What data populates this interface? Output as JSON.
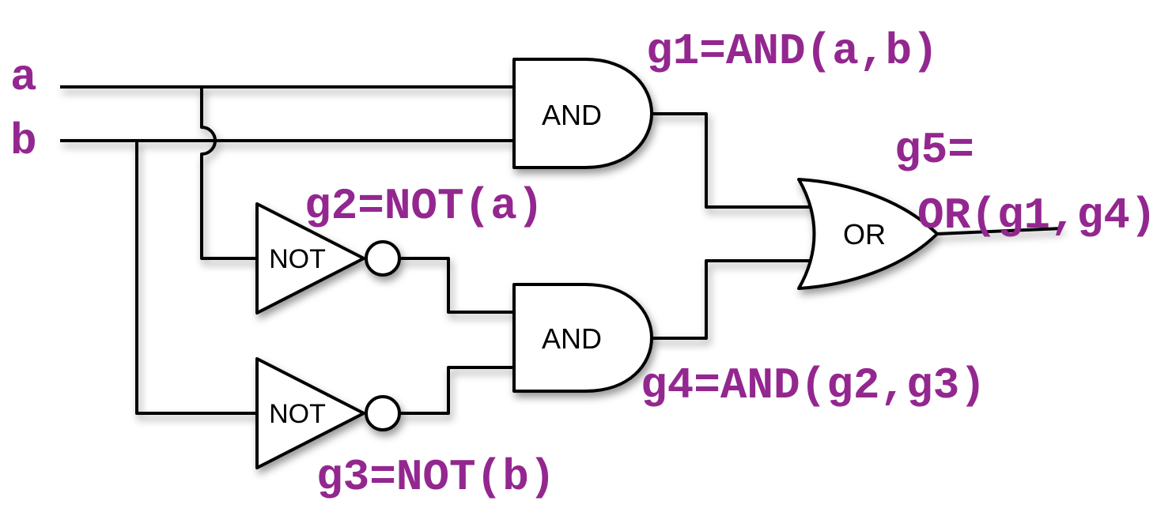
{
  "diagram": {
    "type": "logic-circuit",
    "inputs": [
      {
        "id": "a",
        "label": "a"
      },
      {
        "id": "b",
        "label": "b"
      }
    ],
    "gates": [
      {
        "id": "g1",
        "type": "AND",
        "label": "AND",
        "inputs": [
          "a",
          "b"
        ],
        "annotation": "g1=AND(a,b)"
      },
      {
        "id": "g2",
        "type": "NOT",
        "label": "NOT",
        "inputs": [
          "a"
        ],
        "annotation": "g2=NOT(a)"
      },
      {
        "id": "g3",
        "type": "NOT",
        "label": "NOT",
        "inputs": [
          "b"
        ],
        "annotation": "g3=NOT(b)"
      },
      {
        "id": "g4",
        "type": "AND",
        "label": "AND",
        "inputs": [
          "g2",
          "g3"
        ],
        "annotation": "g4=AND(g2,g3)"
      },
      {
        "id": "g5",
        "type": "OR",
        "label": "OR",
        "inputs": [
          "g1",
          "g4"
        ],
        "annotation_line1": "g5=",
        "annotation_line2": "OR(g1,g4)"
      }
    ],
    "colors": {
      "annotation": "#93278F",
      "stroke": "#000000",
      "gate_fill": "#ffffff",
      "background": "#ffffff"
    }
  }
}
